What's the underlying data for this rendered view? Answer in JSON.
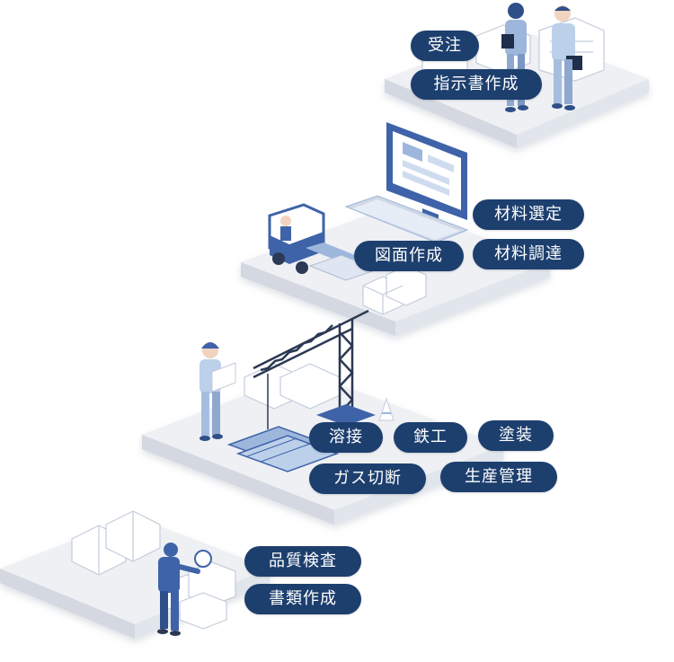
{
  "colors": {
    "pill_bg": "#1d3f6e",
    "pill_text": "#ffffff",
    "platform_top": "#eef0f4",
    "platform_side": "#dadee6",
    "illustration_blue": "#3f63a8",
    "illustration_light_blue": "#9db7dc",
    "outline": "#bfc8d6"
  },
  "steps": [
    {
      "labels": [
        "受注",
        "指示書作成"
      ]
    },
    {
      "labels": [
        "材料選定",
        "図面作成",
        "材料調達"
      ]
    },
    {
      "labels": [
        "溶接",
        "鉄工",
        "塗装",
        "ガス切断",
        "生産管理"
      ]
    },
    {
      "labels": [
        "品質検査",
        "書類作成"
      ]
    }
  ],
  "icons": [
    "businessmen-icon",
    "buildings-icon",
    "monitor-icon",
    "keyboard-icon",
    "forklift-icon",
    "boxes-icon",
    "crane-icon",
    "worker-blueprint-icon",
    "steel-beams-icon",
    "traffic-cone-icon",
    "factory-icon",
    "inspector-icon"
  ]
}
